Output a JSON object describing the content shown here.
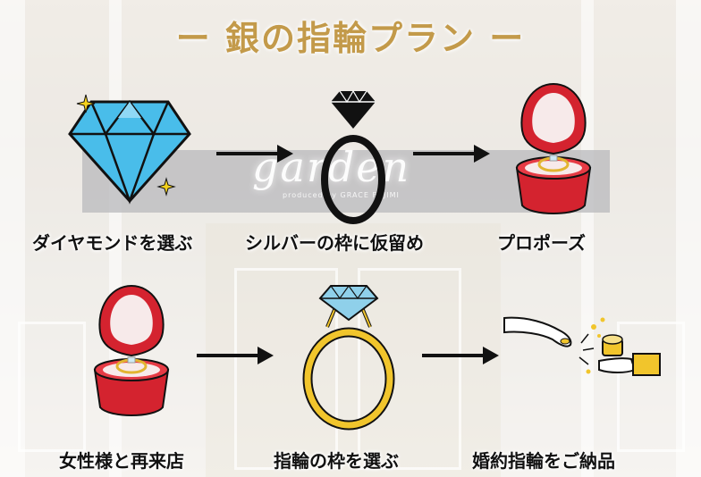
{
  "title": "ー 銀の指輪プラン ー",
  "sign": {
    "name": "garden",
    "sub": "produced by GRACE FUJIMI"
  },
  "steps": [
    {
      "label": "ダイヤモンドを選ぶ",
      "icon": "diamond-icon"
    },
    {
      "label": "シルバーの枠に仮留め",
      "icon": "silver-ring-icon"
    },
    {
      "label": "プロポーズ",
      "icon": "ring-box-icon"
    },
    {
      "label": "女性様と再来店",
      "icon": "ring-box-icon"
    },
    {
      "label": "指輪の枠を選ぶ",
      "icon": "gold-ring-icon"
    },
    {
      "label": "婚約指輪をご納品",
      "icon": "hand-ring-icon"
    }
  ],
  "colors": {
    "title": "#c39a4a",
    "diamond": "#3fb4e6",
    "box": "#d4232f",
    "gold": "#f1c52c"
  }
}
